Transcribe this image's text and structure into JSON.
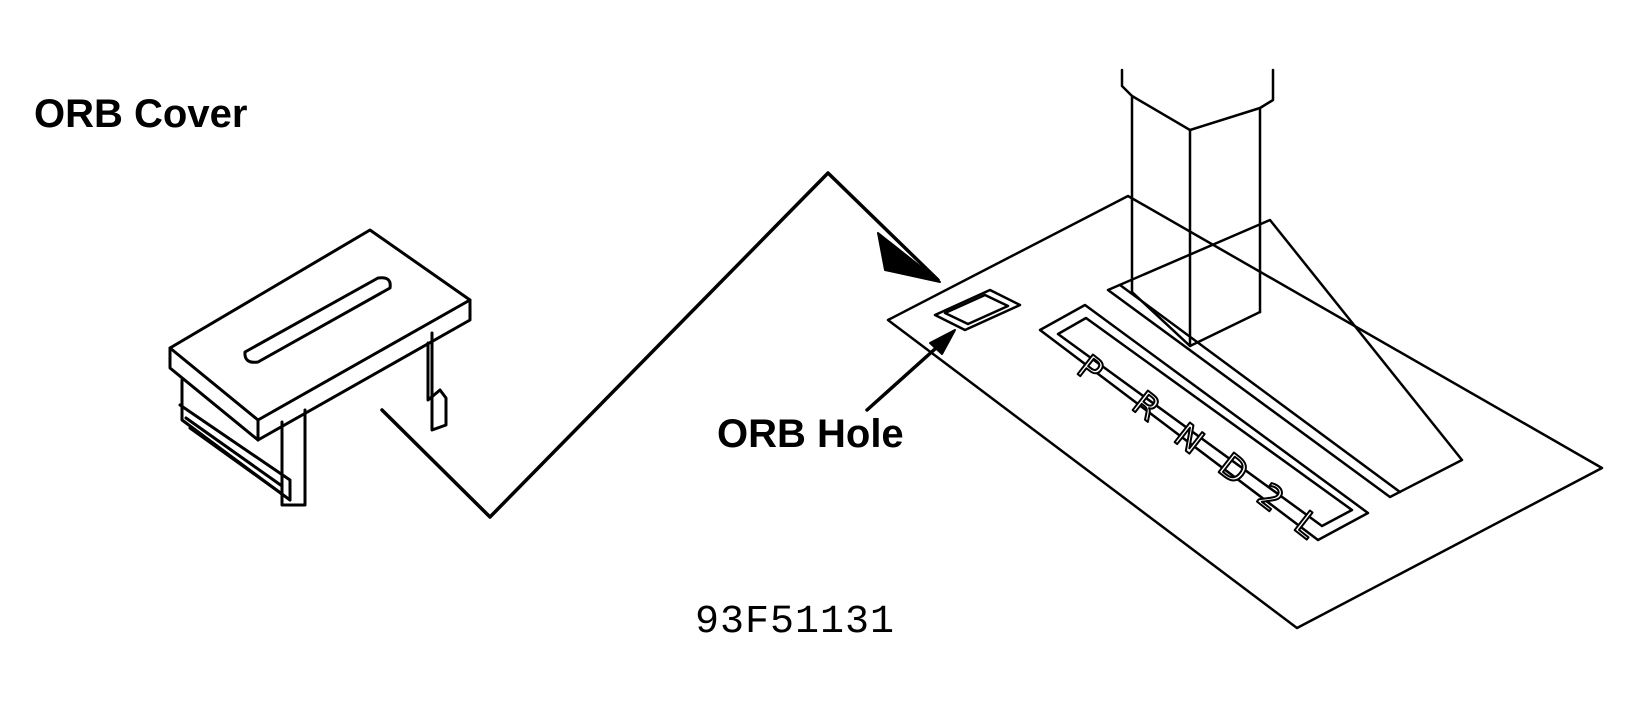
{
  "labels": {
    "cover": "ORB Cover",
    "hole": "ORB Hole",
    "figure_id": "93F51131"
  },
  "indicator_letters": [
    "P",
    "R",
    "N",
    "D",
    "2",
    "L"
  ],
  "colors": {
    "ink": "#000000",
    "background": "#ffffff"
  }
}
